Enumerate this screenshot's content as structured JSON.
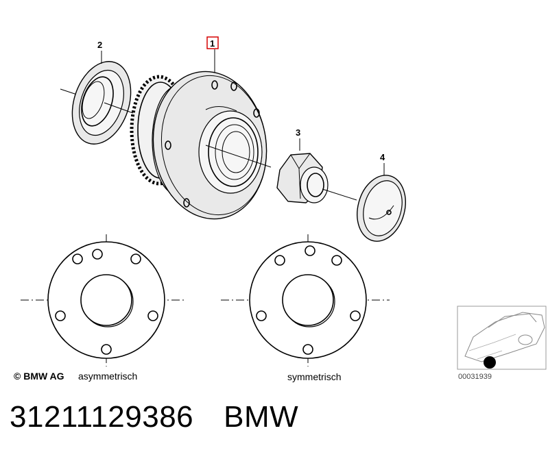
{
  "callouts": {
    "hub": "1",
    "seal": "2",
    "nut": "3",
    "cap": "4"
  },
  "labels": {
    "copyright": "© BMW AG",
    "asymmetric": "asymmetrisch",
    "symmetric": "symmetrisch",
    "image_code": "00031939"
  },
  "footer": {
    "part_number": "31211129386",
    "brand": "BMW"
  },
  "colors": {
    "highlight": "#d60000",
    "line": "#000000"
  }
}
